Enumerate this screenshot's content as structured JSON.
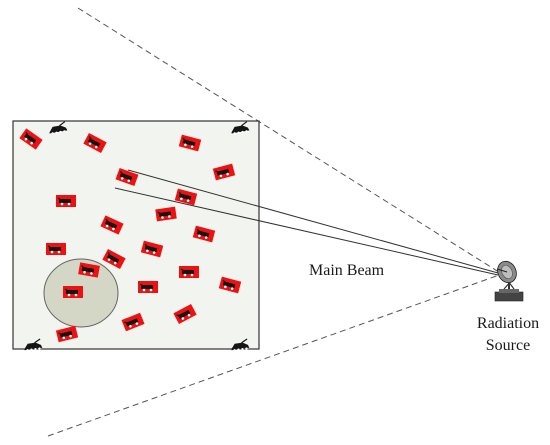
{
  "labels": {
    "main_beam": "Main Beam",
    "radiation_line1": "Radiation",
    "radiation_line2": "Source"
  },
  "colors": {
    "scene_bg": "#f2f4ef",
    "scene_border": "#333333",
    "target_red": "#ee1111",
    "target_black": "#151515",
    "circle_fill": "#d4d7c6",
    "circle_stroke": "#666666"
  },
  "icons": {
    "target": "vehicle-target-icon",
    "corner_marker": "corner-vehicle-icon",
    "source": "radar-antenna-icon"
  }
}
